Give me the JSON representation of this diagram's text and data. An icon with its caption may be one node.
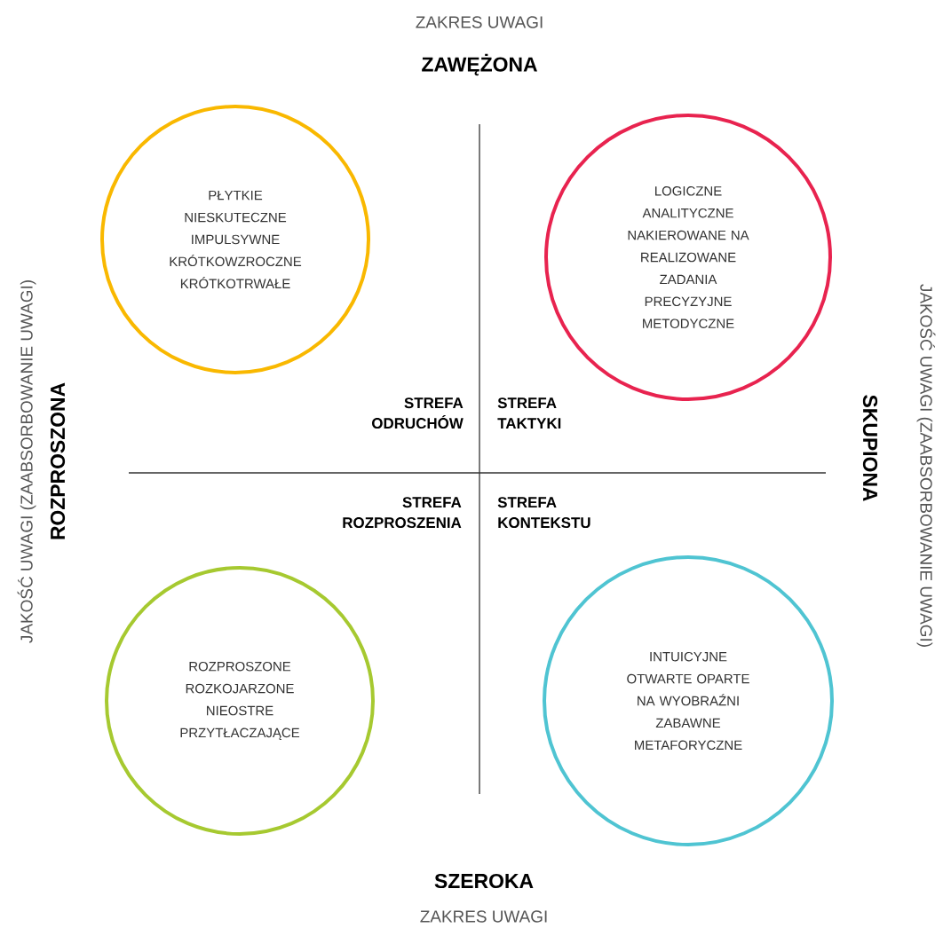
{
  "diagram": {
    "nodes": [
      {
        "text": [
          "PŁYTKIE NIESKUTECZNE IMPULSYWNE KRÓTKOWZROCZNE KRÓTKOTRWAŁE"
        ]
      },
      {
        "text": [
          "LOGICZNE ANALITYCZNE NAKIEROWANE NA REALIZOWANE ZADANIA PRECYZYJNE METODYCZNE"
        ]
      },
      {
        "text": [
          "ROZPROSZONE ROZKOJARZONE NIEOSTRE PRZYTŁACZAJĄCE"
        ]
      },
      {
        "text": [
          "INTUICYJNE OTWARTE OPARTE NA WYOBRAŹNI ZABAWNE METAFORYCZNE"
        ]
      }
    ],
    "labels": [
      "ZAKRES UWAGI",
      "ZAWĘŻONA",
      "JAKOŚĆ UWAGI (ZAABSORBOWANIE UWAGI)",
      "ROZPROSZONA",
      "STREFA ODRUCHÓW",
      "STREFA TAKTYKI",
      "SKUPIONA",
      "JAKOŚĆ UWAGI (ZAABSORBOWANIE UWAGI)",
      "STREFA ROZPROSZENIA",
      "STREFA KONTEKSTU",
      "SZEROKA",
      "ZAKRES UWAGI"
    ]
  }
}
